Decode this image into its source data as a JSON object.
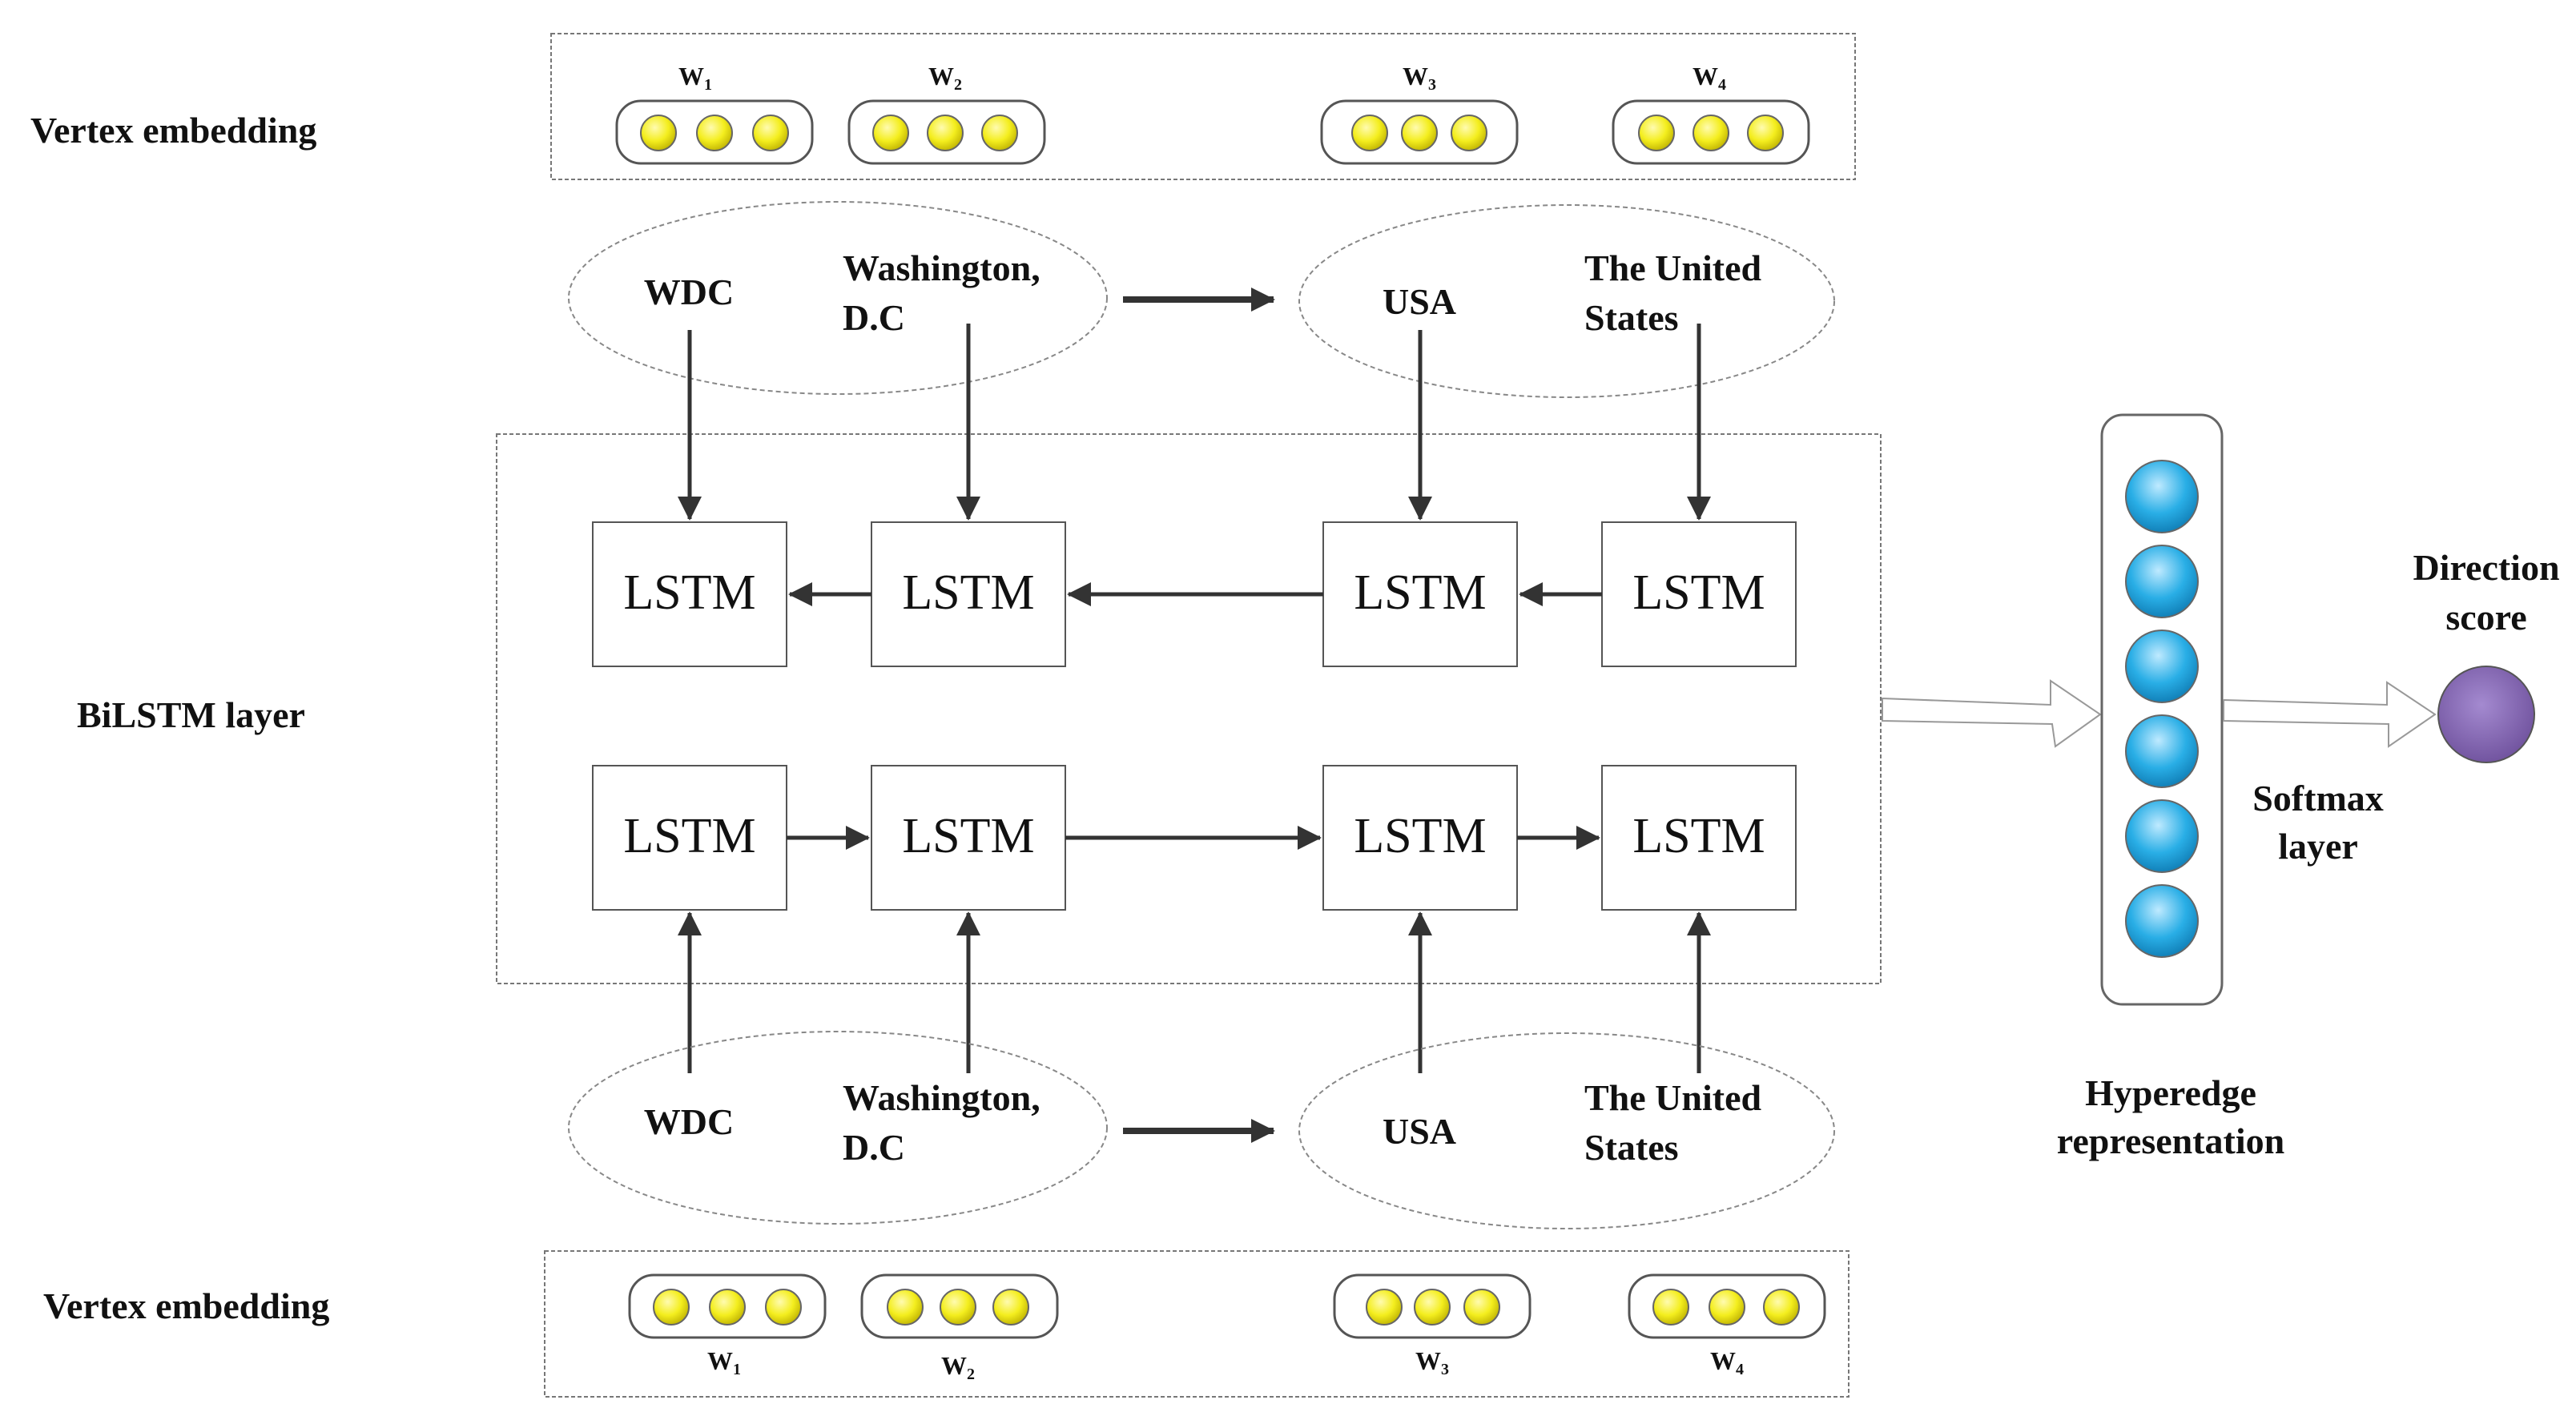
{
  "labels": {
    "vertex_embedding_top": "Vertex embedding",
    "vertex_embedding_bottom": "Vertex embedding",
    "bilstm_layer": "BiLSTM layer",
    "hyperedge_line1": "Hyperedge",
    "hyperedge_line2": "representation",
    "softmax_line1": "Softmax",
    "softmax_line2": "layer",
    "direction_line1": "Direction",
    "direction_line2": "score"
  },
  "words": [
    {
      "base": "W",
      "sub": "1"
    },
    {
      "base": "W",
      "sub": "2"
    },
    {
      "base": "W",
      "sub": "3"
    },
    {
      "base": "W",
      "sub": "4"
    }
  ],
  "entities": {
    "left": {
      "a": "WDC",
      "b_line1": "Washington,",
      "b_line2": "D.C"
    },
    "right": {
      "a": "USA",
      "b_line1": "The United",
      "b_line2": "States"
    }
  },
  "lstm_label": "LSTM",
  "colors": {
    "embedding_dot": "#f4ee1e",
    "hyperedge_dot": "#1fa2dc",
    "direction_score": "#8466b0",
    "arrow": "#333333",
    "outline": "#555555"
  }
}
